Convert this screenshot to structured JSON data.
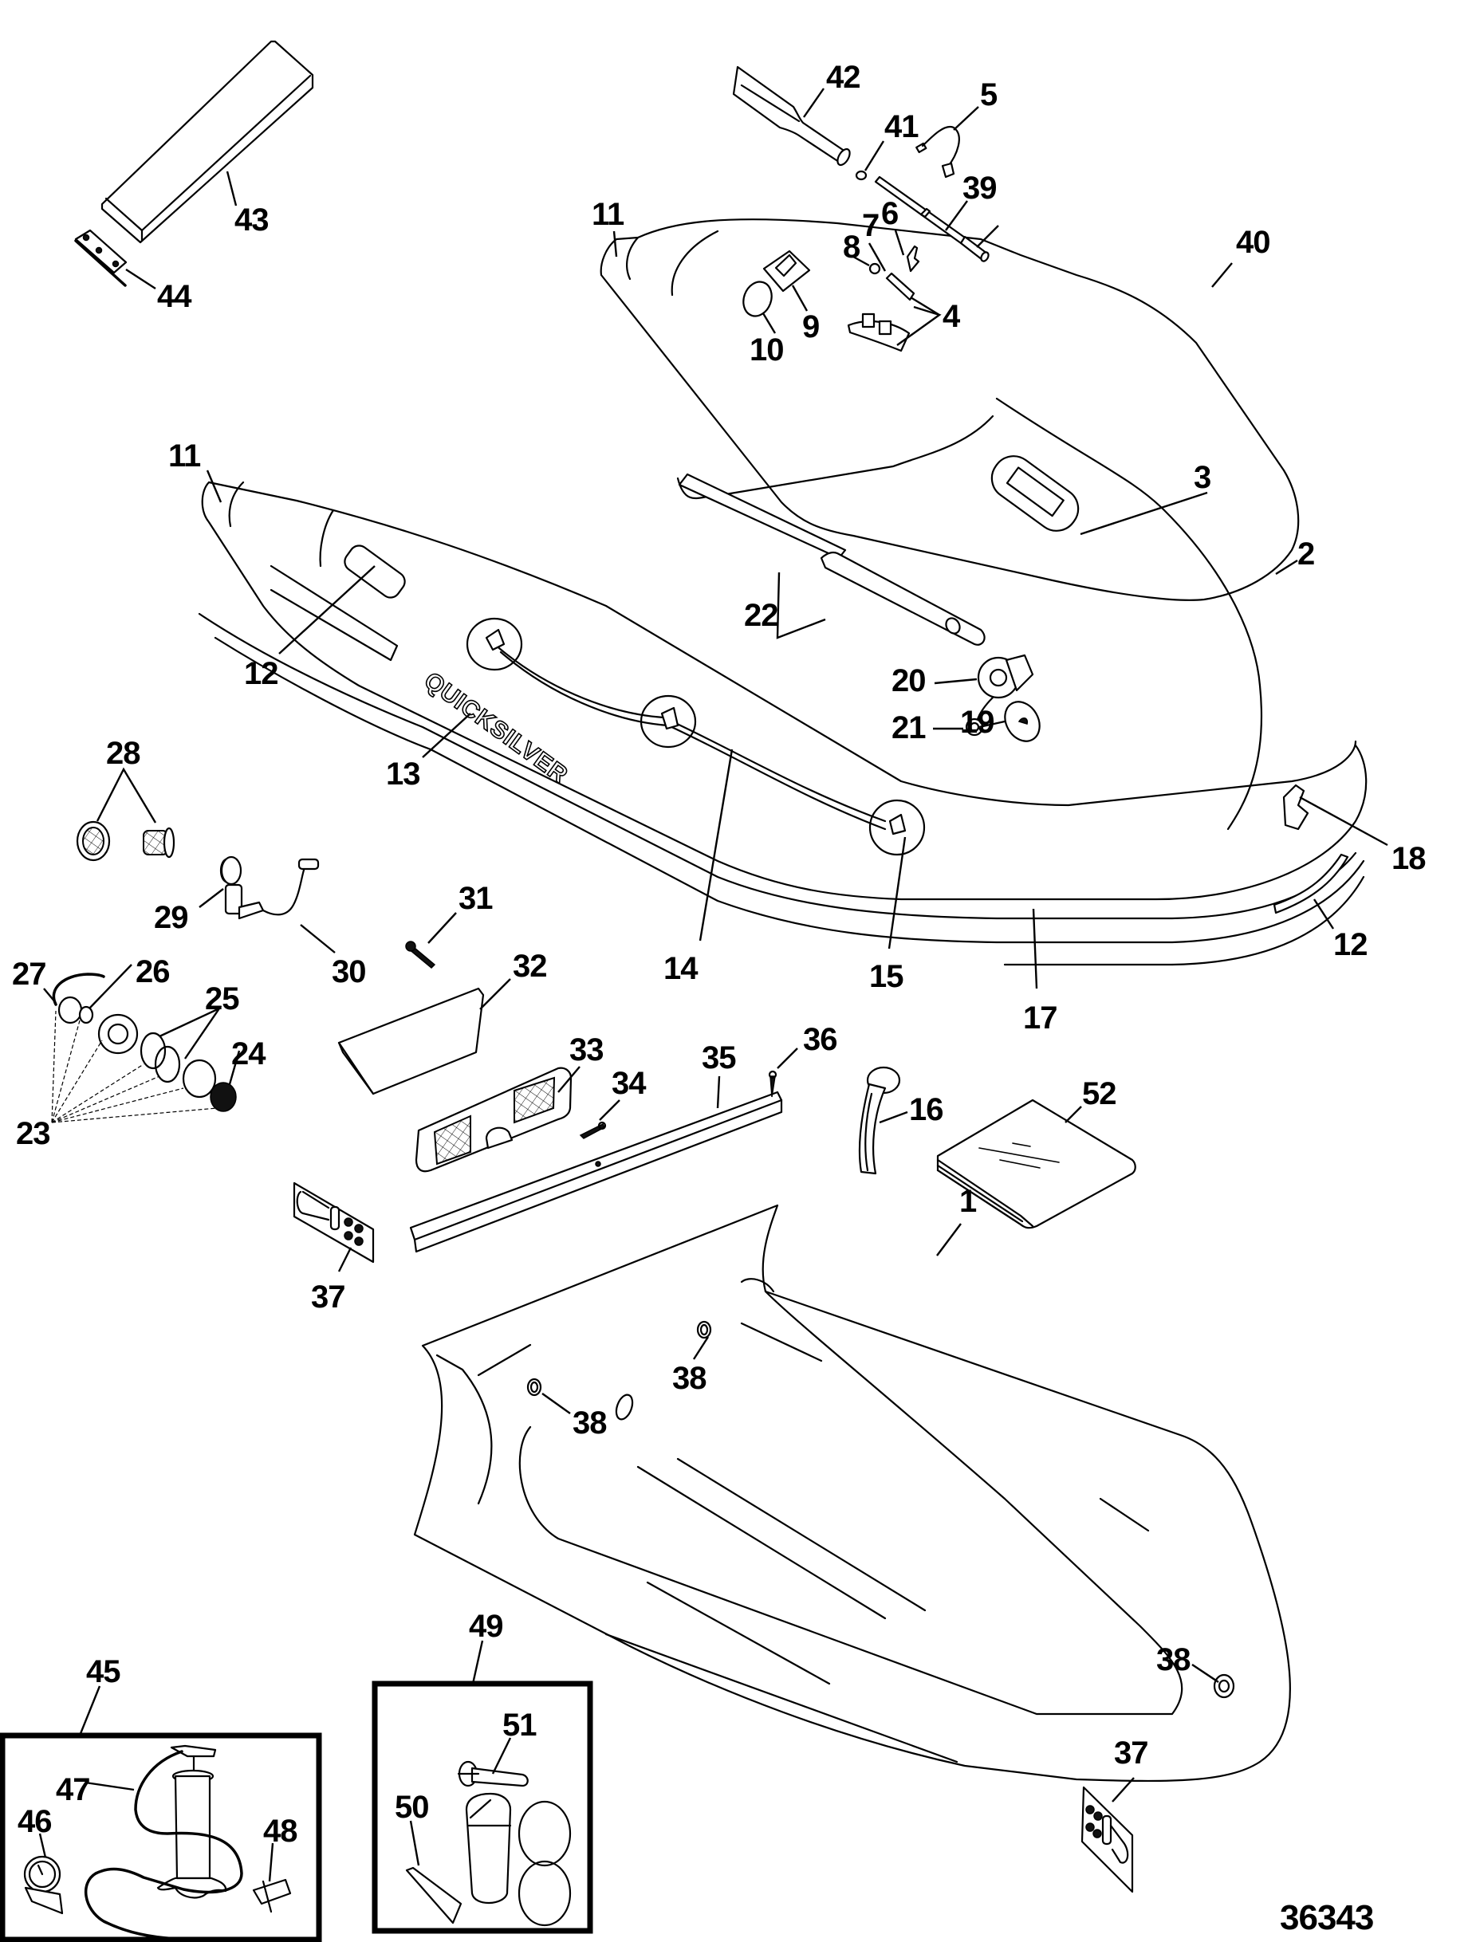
{
  "diagram": {
    "type": "exploded-parts-diagram",
    "subject": "Inflatable boat (Quicksilver) with accessories",
    "figure_number": "36343",
    "brand_text": "QUICKSILVER",
    "callouts": {
      "c1": "1",
      "c2": "2",
      "c3": "3",
      "c4": "4",
      "c5": "5",
      "c6": "6",
      "c7": "7",
      "c8": "8",
      "c9": "9",
      "c10": "10",
      "c11a": "11",
      "c11b": "11",
      "c12a": "12",
      "c12b": "12",
      "c13": "13",
      "c14": "14",
      "c15": "15",
      "c16": "16",
      "c17": "17",
      "c18": "18",
      "c19": "19",
      "c20": "20",
      "c21": "21",
      "c22": "22",
      "c23": "23",
      "c24": "24",
      "c25": "25",
      "c26": "26",
      "c27": "27",
      "c28": "28",
      "c29": "29",
      "c30": "30",
      "c31": "31",
      "c32": "32",
      "c33": "33",
      "c34": "34",
      "c35": "35",
      "c36": "36",
      "c37a": "37",
      "c37b": "37",
      "c38a": "38",
      "c38b": "38",
      "c38c": "38",
      "c39": "39",
      "c40": "40",
      "c41": "41",
      "c42": "42",
      "c43": "43",
      "c44": "44",
      "c45": "45",
      "c46": "46",
      "c47": "47",
      "c48": "48",
      "c49": "49",
      "c50": "50",
      "c51": "51",
      "c52": "52"
    },
    "parts": [
      {
        "ref": "1",
        "item": "floor / hull bottom"
      },
      {
        "ref": "2",
        "item": "inflatable tube"
      },
      {
        "ref": "3",
        "item": "handle patch"
      },
      {
        "ref": "4",
        "item": "oarlock assembly"
      },
      {
        "ref": "5",
        "item": "lanyard"
      },
      {
        "ref": "6",
        "item": "oarlock pin"
      },
      {
        "ref": "7",
        "item": "sleeve"
      },
      {
        "ref": "8",
        "item": "plug"
      },
      {
        "ref": "9",
        "item": "oarlock mount"
      },
      {
        "ref": "10",
        "item": "ring"
      },
      {
        "ref": "11",
        "item": "tube cone"
      },
      {
        "ref": "12",
        "item": "handle"
      },
      {
        "ref": "13",
        "item": "decal"
      },
      {
        "ref": "14",
        "item": "lifeline rope"
      },
      {
        "ref": "15",
        "item": "lifeline patch"
      },
      {
        "ref": "16",
        "item": "transom patch"
      },
      {
        "ref": "17",
        "item": "rub strake"
      },
      {
        "ref": "18",
        "item": "logo decal"
      },
      {
        "ref": "19",
        "item": "pressure relief valve"
      },
      {
        "ref": "20",
        "item": "valve"
      },
      {
        "ref": "21",
        "item": "valve cap"
      },
      {
        "ref": "22",
        "item": "seat holders"
      },
      {
        "ref": "23",
        "item": "drain valve kit"
      },
      {
        "ref": "24",
        "item": "cap"
      },
      {
        "ref": "25",
        "item": "o-rings"
      },
      {
        "ref": "26",
        "item": "insert"
      },
      {
        "ref": "27",
        "item": "tether"
      },
      {
        "ref": "28",
        "item": "drain plug"
      },
      {
        "ref": "29",
        "item": "plug"
      },
      {
        "ref": "30",
        "item": "drain valve"
      },
      {
        "ref": "31",
        "item": "screw"
      },
      {
        "ref": "32",
        "item": "transom"
      },
      {
        "ref": "33",
        "item": "motor pad"
      },
      {
        "ref": "34",
        "item": "screw"
      },
      {
        "ref": "35",
        "item": "transom rail"
      },
      {
        "ref": "36",
        "item": "screw"
      },
      {
        "ref": "37",
        "item": "towing ring patch"
      },
      {
        "ref": "38",
        "item": "grommet"
      },
      {
        "ref": "39",
        "item": "oar shaft"
      },
      {
        "ref": "40",
        "item": "oar grip"
      },
      {
        "ref": "41",
        "item": "clip"
      },
      {
        "ref": "42",
        "item": "oar blade"
      },
      {
        "ref": "43",
        "item": "seat"
      },
      {
        "ref": "44",
        "item": "seat bracket"
      },
      {
        "ref": "45",
        "item": "pump kit"
      },
      {
        "ref": "46",
        "item": "pressure gauge"
      },
      {
        "ref": "47",
        "item": "hand pump"
      },
      {
        "ref": "48",
        "item": "adapter"
      },
      {
        "ref": "49",
        "item": "repair kit"
      },
      {
        "ref": "50",
        "item": "adhesive tube"
      },
      {
        "ref": "51",
        "item": "valve wrench"
      },
      {
        "ref": "52",
        "item": "carry bag"
      }
    ]
  }
}
